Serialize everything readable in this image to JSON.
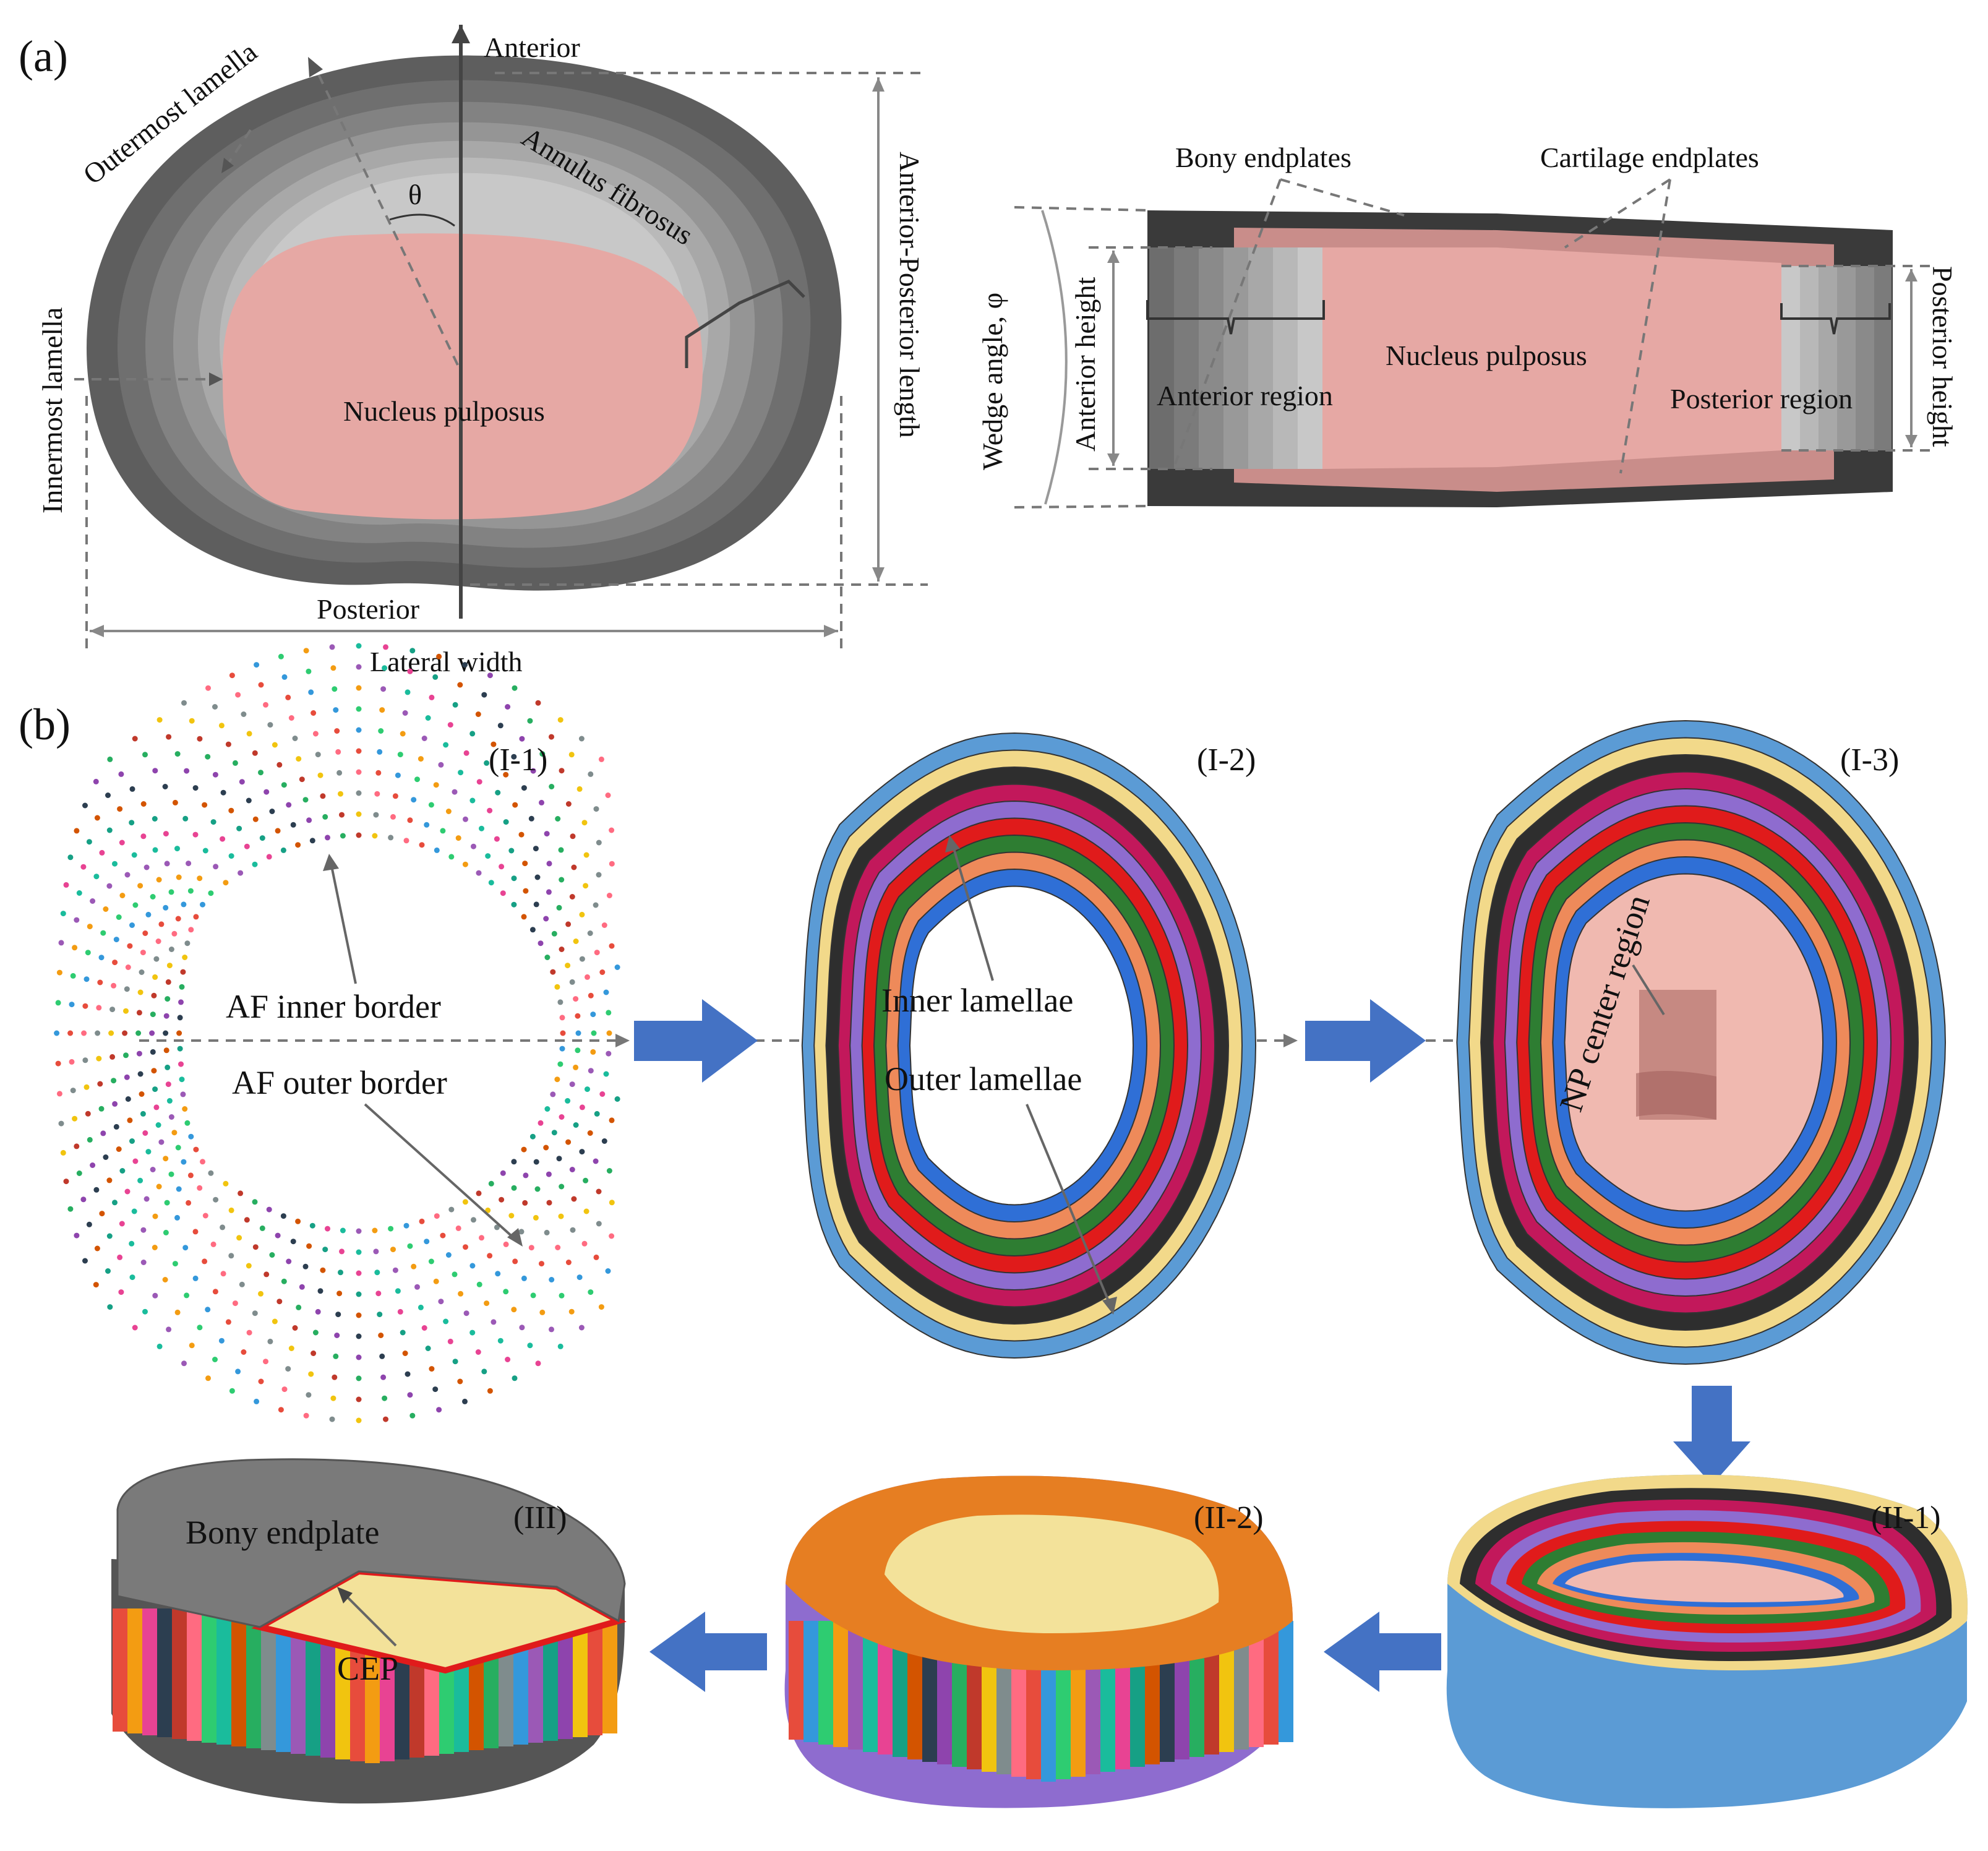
{
  "panel_a": {
    "tag": "(a)",
    "left": {
      "outermost_lamella": "Outermost lamella",
      "anterior": "Anterior",
      "theta": "θ",
      "annulus_fibrosus": "Annulus fibrosus",
      "innermost_lamella": "Innermost lamella",
      "nucleus_pulposus": "Nucleus pulposus",
      "posterior": "Posterior",
      "lateral_width": "Lateral width",
      "ap_length": "Anterior-Posterior length"
    },
    "right": {
      "bony_endplates": "Bony endplates",
      "cartilage_endplates": "Cartilage endplates",
      "wedge_angle": "Wedge angle, φ",
      "anterior_height": "Anterior height",
      "anterior_region": "Anterior region",
      "nucleus_pulposus": "Nucleus pulposus",
      "posterior_region": "Posterior region",
      "posterior_height": "Posterior height"
    }
  },
  "panel_b": {
    "tag": "(b)",
    "steps": {
      "i1": "(I-1)",
      "i2": "(I-2)",
      "i3": "(I-3)",
      "ii1": "(II-1)",
      "ii2": "(II-2)",
      "iii": "(III)"
    },
    "labels": {
      "af_inner_border": "AF inner border",
      "af_outer_border": "AF outer border",
      "inner_lamellae": "Inner lamellae",
      "outer_lamellae": "Outer lamellae",
      "np_center_region": "NP center region",
      "bony_endplate": "Bony endplate",
      "cep": "CEP"
    }
  },
  "colors": {
    "nucleus": "#e6a8a4",
    "af_dark": "#5e5e5e",
    "af_light": "#c4c4c4",
    "arrow_blue": "#4472c4",
    "lamella_blue": "#5b9bd5",
    "lamella_yellow": "#f2d98a",
    "lamella_black": "#2e2e2e",
    "lamella_magenta": "#c2185b",
    "lamella_purple": "#8e6ccf",
    "lamella_red": "#e01b1b",
    "lamella_green": "#2e7d32",
    "lamella_orange": "#ee8a5a",
    "lamella_inner_blue": "#2f6fd6",
    "np_pink": "#f0b9b0",
    "cep_yellow": "#f3e29a",
    "bony_gray": "#7a7a7a"
  }
}
